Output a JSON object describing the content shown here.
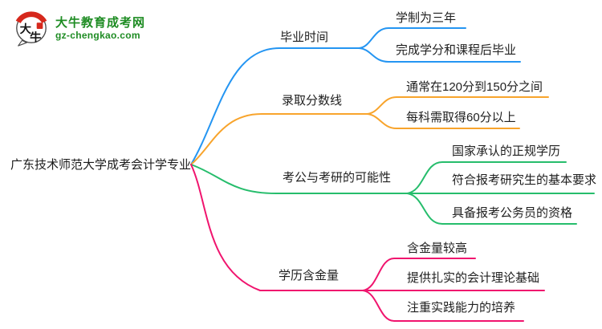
{
  "logo": {
    "title": "大牛教育成考网",
    "domain": "gz-chengkao.com",
    "icon_text_top": "大",
    "icon_text_bottom": "牛",
    "brand_green": "#1e8c23",
    "seal_red": "#d6281c"
  },
  "root": {
    "label": "广东技术师范大学成考会计学专业"
  },
  "branches": [
    {
      "label": "毕业时间",
      "color": "#2495F2",
      "children": [
        "学制为三年",
        "完成学分和课程后毕业"
      ]
    },
    {
      "label": "录取分数线",
      "color": "#F8A42C",
      "children": [
        "通常在120分到150分之间",
        "每科需取得60分以上"
      ]
    },
    {
      "label": "考公与考研的可能性",
      "color": "#26BD6C",
      "children": [
        "国家承认的正规学历",
        "符合报考研究生的基本要求",
        "具备报考公务员的资格"
      ]
    },
    {
      "label": "学历含金量",
      "color": "#F0146E",
      "children": [
        "含金量较高",
        "提供扎实的会计理论基础",
        "注重实践能力的培养"
      ]
    }
  ]
}
